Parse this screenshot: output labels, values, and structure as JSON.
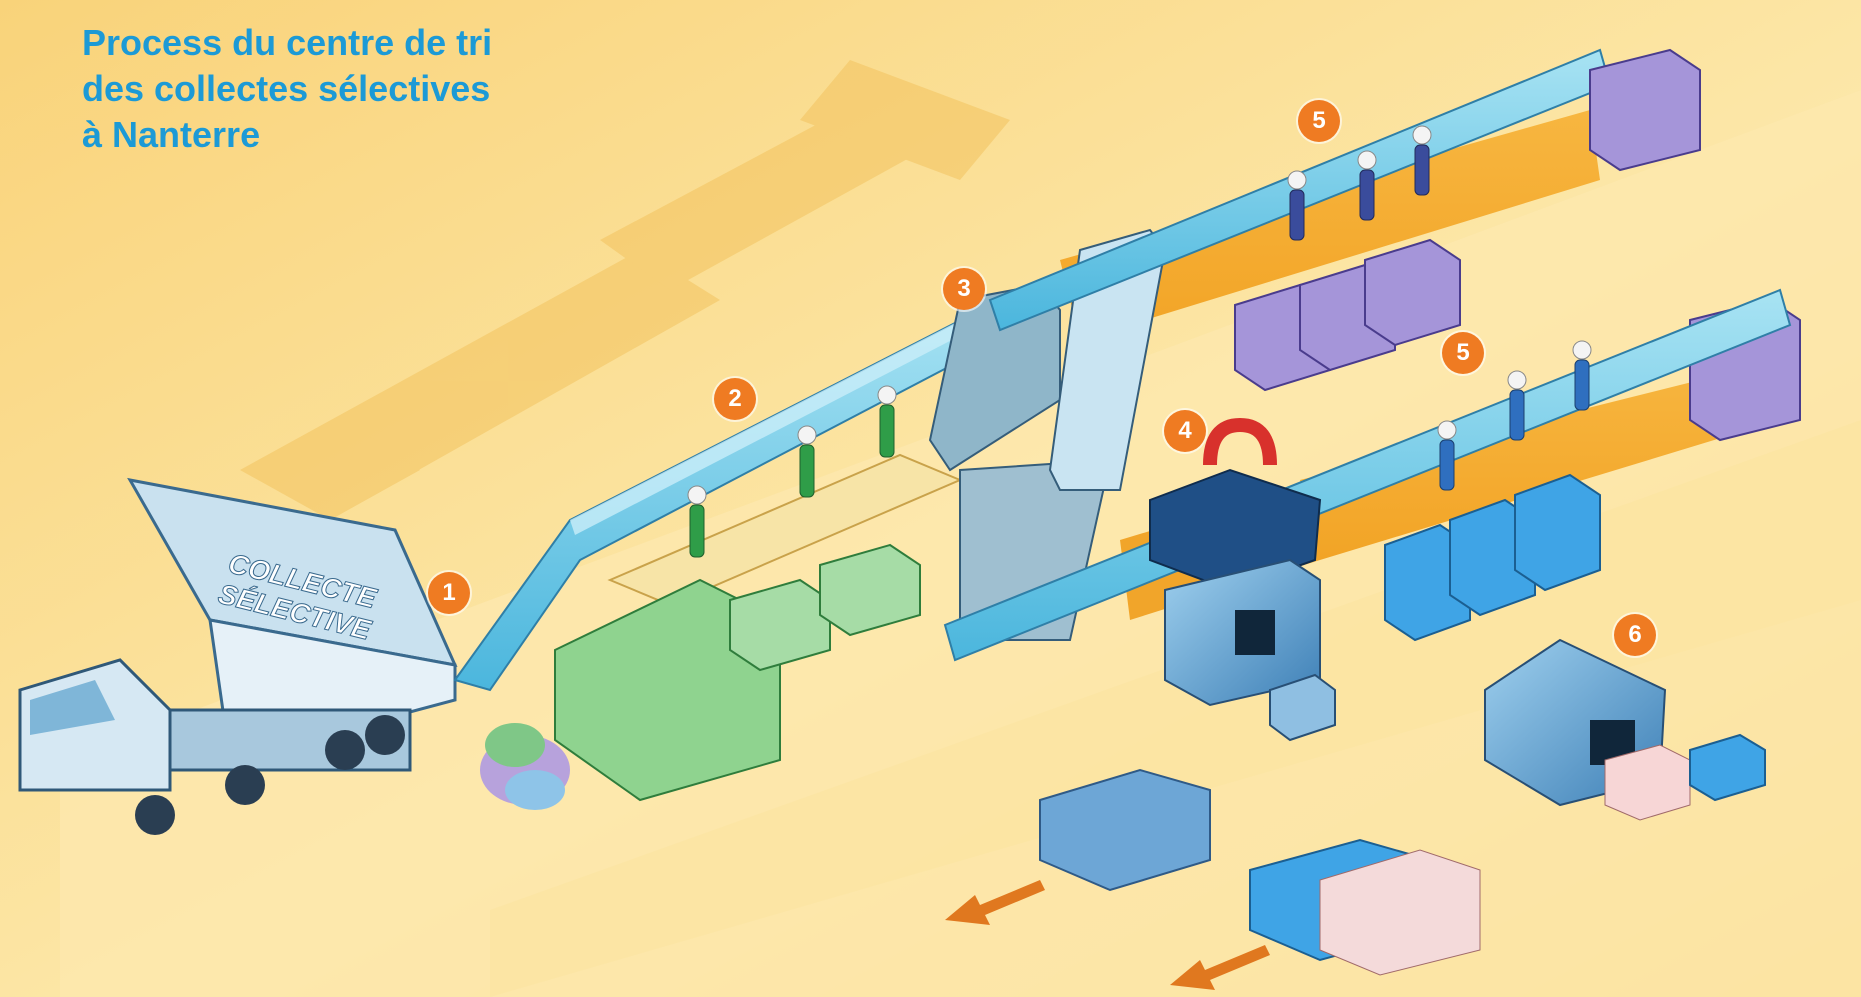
{
  "title": {
    "line1": "Process du centre de tri",
    "line2": "des collectes sélectives",
    "line3": "à Nanterre"
  },
  "truck": {
    "sign_line1": "COLLECTE",
    "sign_line2": "SÉLECTIVE"
  },
  "steps": [
    "1",
    "2",
    "3",
    "4",
    "5",
    "5",
    "6"
  ],
  "colors": {
    "background": "#fbdc8e",
    "conveyor": "#7fd0ea",
    "green_bins": "#8fd38f",
    "purple_bins": "#9f91d6",
    "blue_bins": "#3fa4e6",
    "step_badge": "#ef7b22",
    "title": "#1c9ad6",
    "magnet": "#d8312c",
    "arrow": "#e0781f"
  }
}
